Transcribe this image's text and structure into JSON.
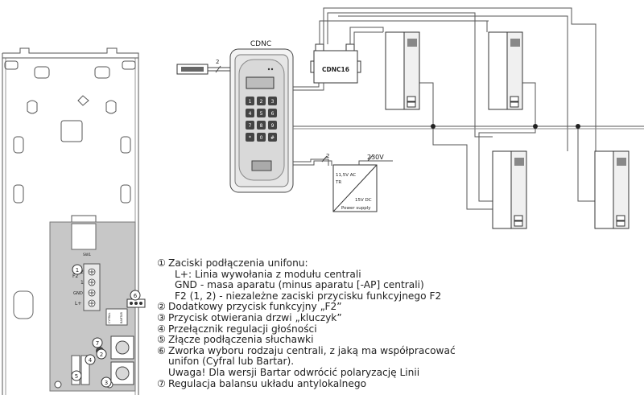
{
  "diagram": {
    "cdnc_label": "CDNC",
    "cdnc16_label": "CDNC16",
    "wire_label_lock": "2",
    "wire_label_psu": "2",
    "psu_input": "230V",
    "psu_ac": "11,5V AC",
    "psu_tr": "TR",
    "psu_dc": "15V DC",
    "psu_name": "Power supply",
    "board_labels": {
      "sw1": "SW1",
      "f2": "F2",
      "t2": "2",
      "t1": "1",
      "gnd": "GND",
      "lplus": "L+",
      "cyfral": "CYFRAL",
      "bartar": "BARTAR"
    },
    "callouts": [
      "1",
      "2",
      "3",
      "4",
      "5",
      "6",
      "7"
    ],
    "keypad_keys": [
      "1",
      "2",
      "3",
      "4",
      "5",
      "6",
      "7",
      "8",
      "9",
      "*",
      "0",
      "#"
    ]
  },
  "legend": {
    "items": [
      {
        "num": "①",
        "text": "Zaciski podłączenia unifonu:"
      },
      {
        "num": "",
        "text": "L+:  Linia wywołania z modułu centrali",
        "indent": 1
      },
      {
        "num": "",
        "text": "GND - masa aparatu (minus aparatu [-AP] centrali)",
        "indent": 1
      },
      {
        "num": "",
        "text": "F2 (1, 2) - niezależne zaciski przycisku funkcyjnego F2",
        "indent": 1
      },
      {
        "num": "②",
        "text": "Dodatkowy przycisk funkcyjny „F2”"
      },
      {
        "num": "③",
        "text": "Przycisk otwierania drzwi „kluczyk”"
      },
      {
        "num": "④",
        "text": "Przełącznik regulacji głośności"
      },
      {
        "num": "⑤",
        "text": "Złącze podłączenia słuchawki"
      },
      {
        "num": "⑥",
        "text": "Zworka wyboru rodzaju centrali, z jaką ma współpracować"
      },
      {
        "num": "",
        "text": "unifon (Cyfral lub Bartar).",
        "indent": 2
      },
      {
        "num": "",
        "text": "Uwaga! Dla wersji Bartar odwrócić polaryzację Linii",
        "indent": 2
      },
      {
        "num": "⑦",
        "text": "Regulacja balansu układu antylokalnego"
      }
    ]
  }
}
